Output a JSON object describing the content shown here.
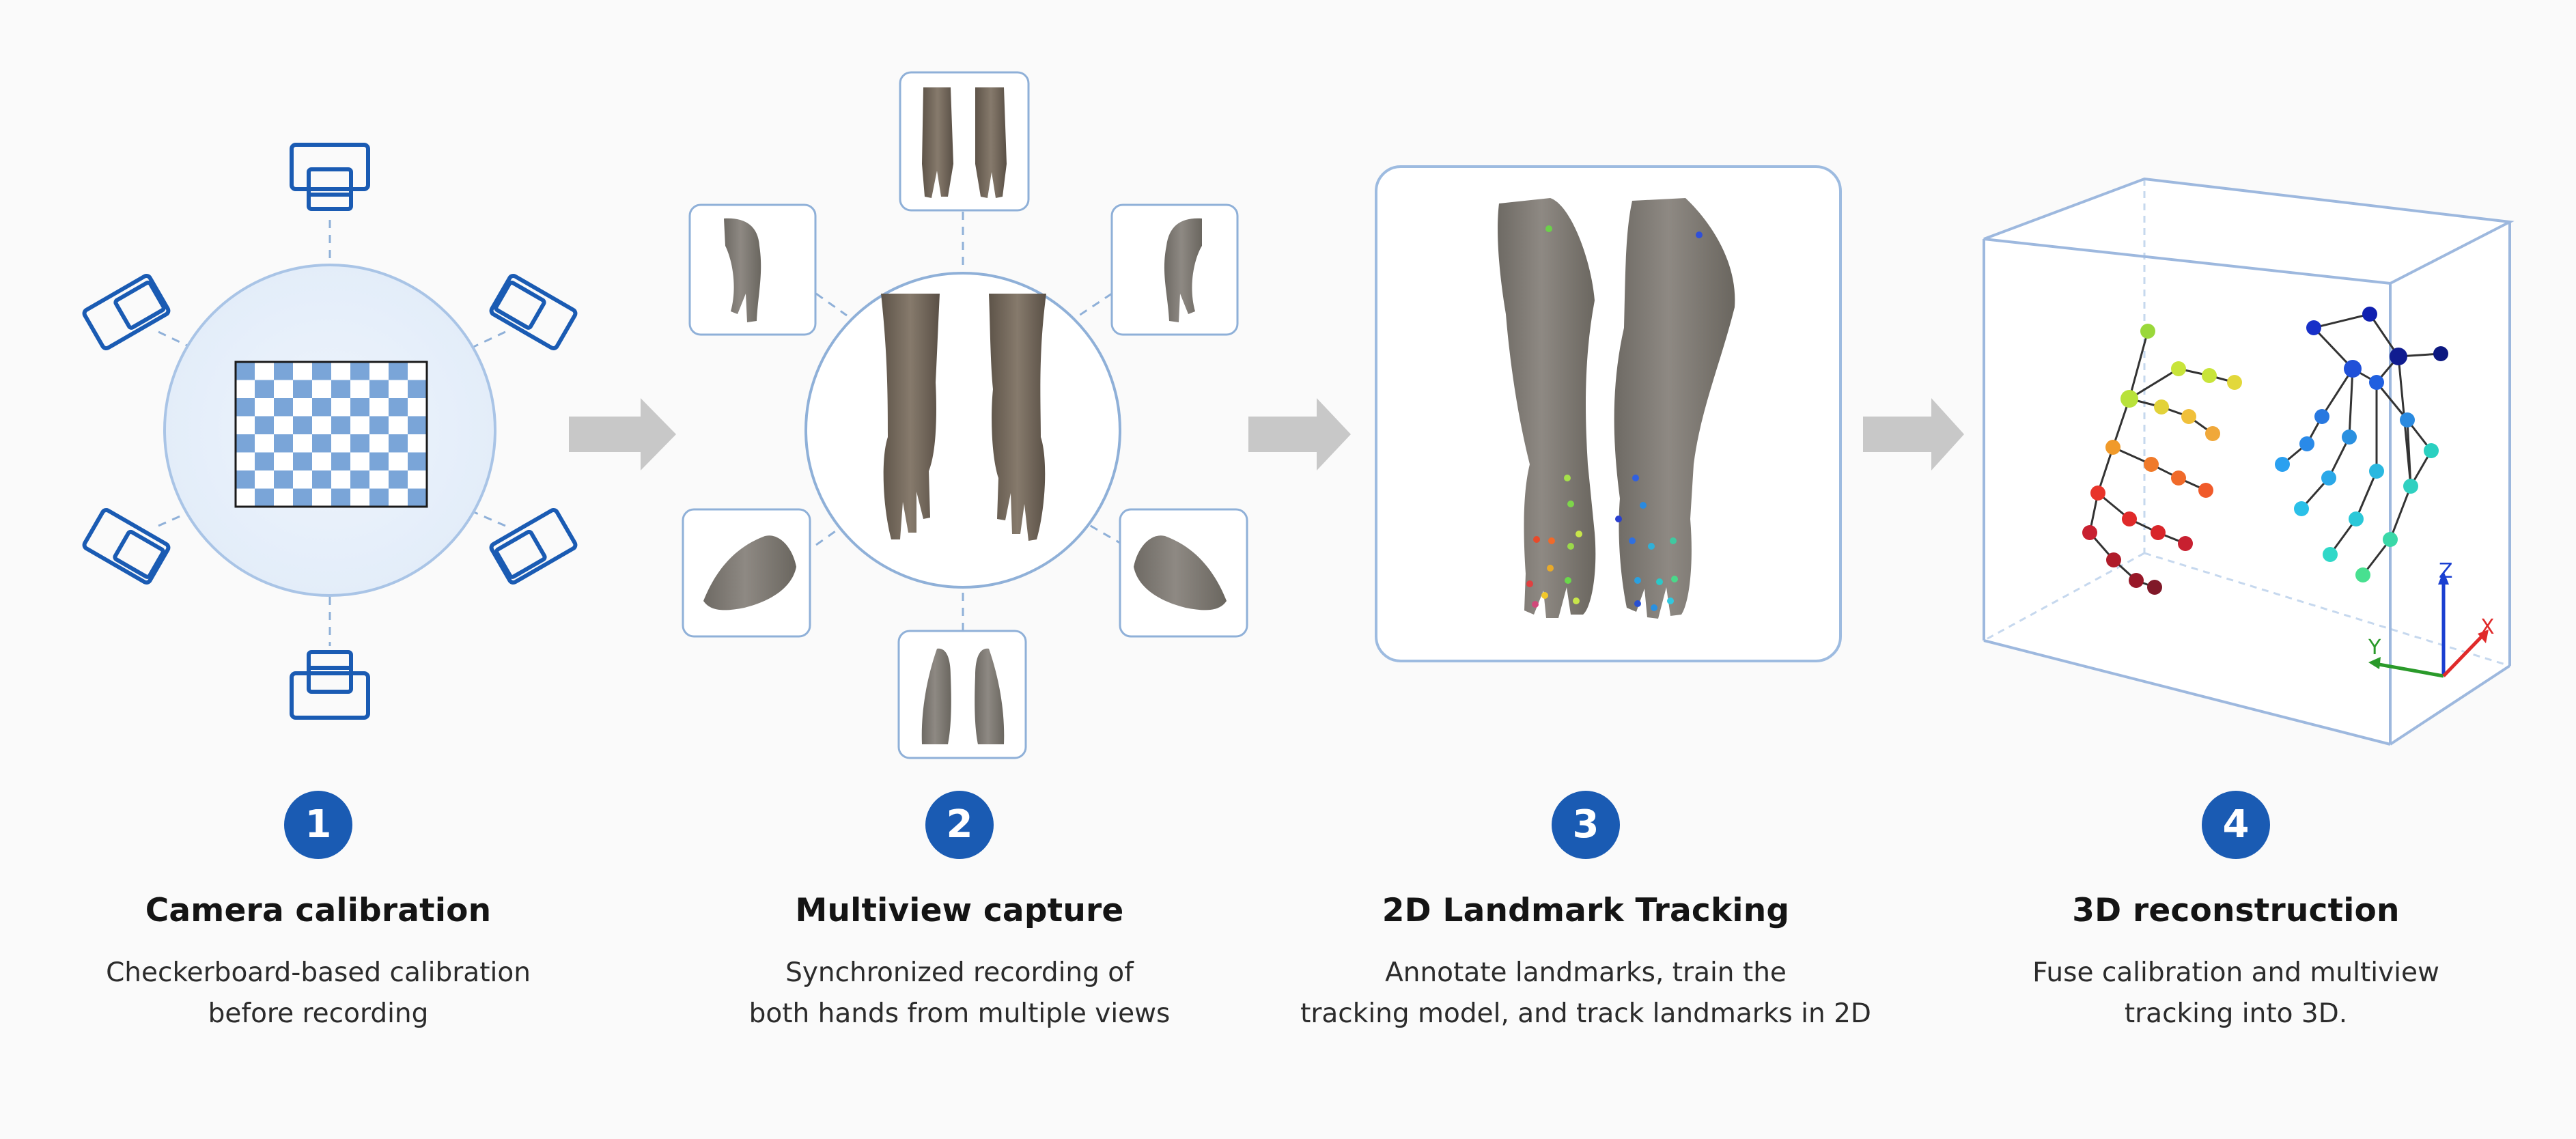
{
  "colors": {
    "accent": "#1a5bb3",
    "frame": "#9dbbe0",
    "arrow": "#c8c8c8",
    "skin": "#8b867f",
    "checker": "#7aa5d8"
  },
  "steps": [
    {
      "number": "1",
      "title": "Camera calibration",
      "desc_line1": "Checkerboard-based calibration",
      "desc_line2": "before recording"
    },
    {
      "number": "2",
      "title": "Multiview capture",
      "desc_line1": "Synchronized recording of",
      "desc_line2": "both hands from multiple views"
    },
    {
      "number": "3",
      "title": "2D Landmark Tracking",
      "desc_line1": "Annotate landmarks, train the",
      "desc_line2": "tracking model, and track landmarks in 2D"
    },
    {
      "number": "4",
      "title": "3D reconstruction",
      "desc_line1": "Fuse calibration and multiview",
      "desc_line2": "tracking into 3D."
    }
  ],
  "axes": {
    "x": "X",
    "y": "Y",
    "z": "Z"
  }
}
